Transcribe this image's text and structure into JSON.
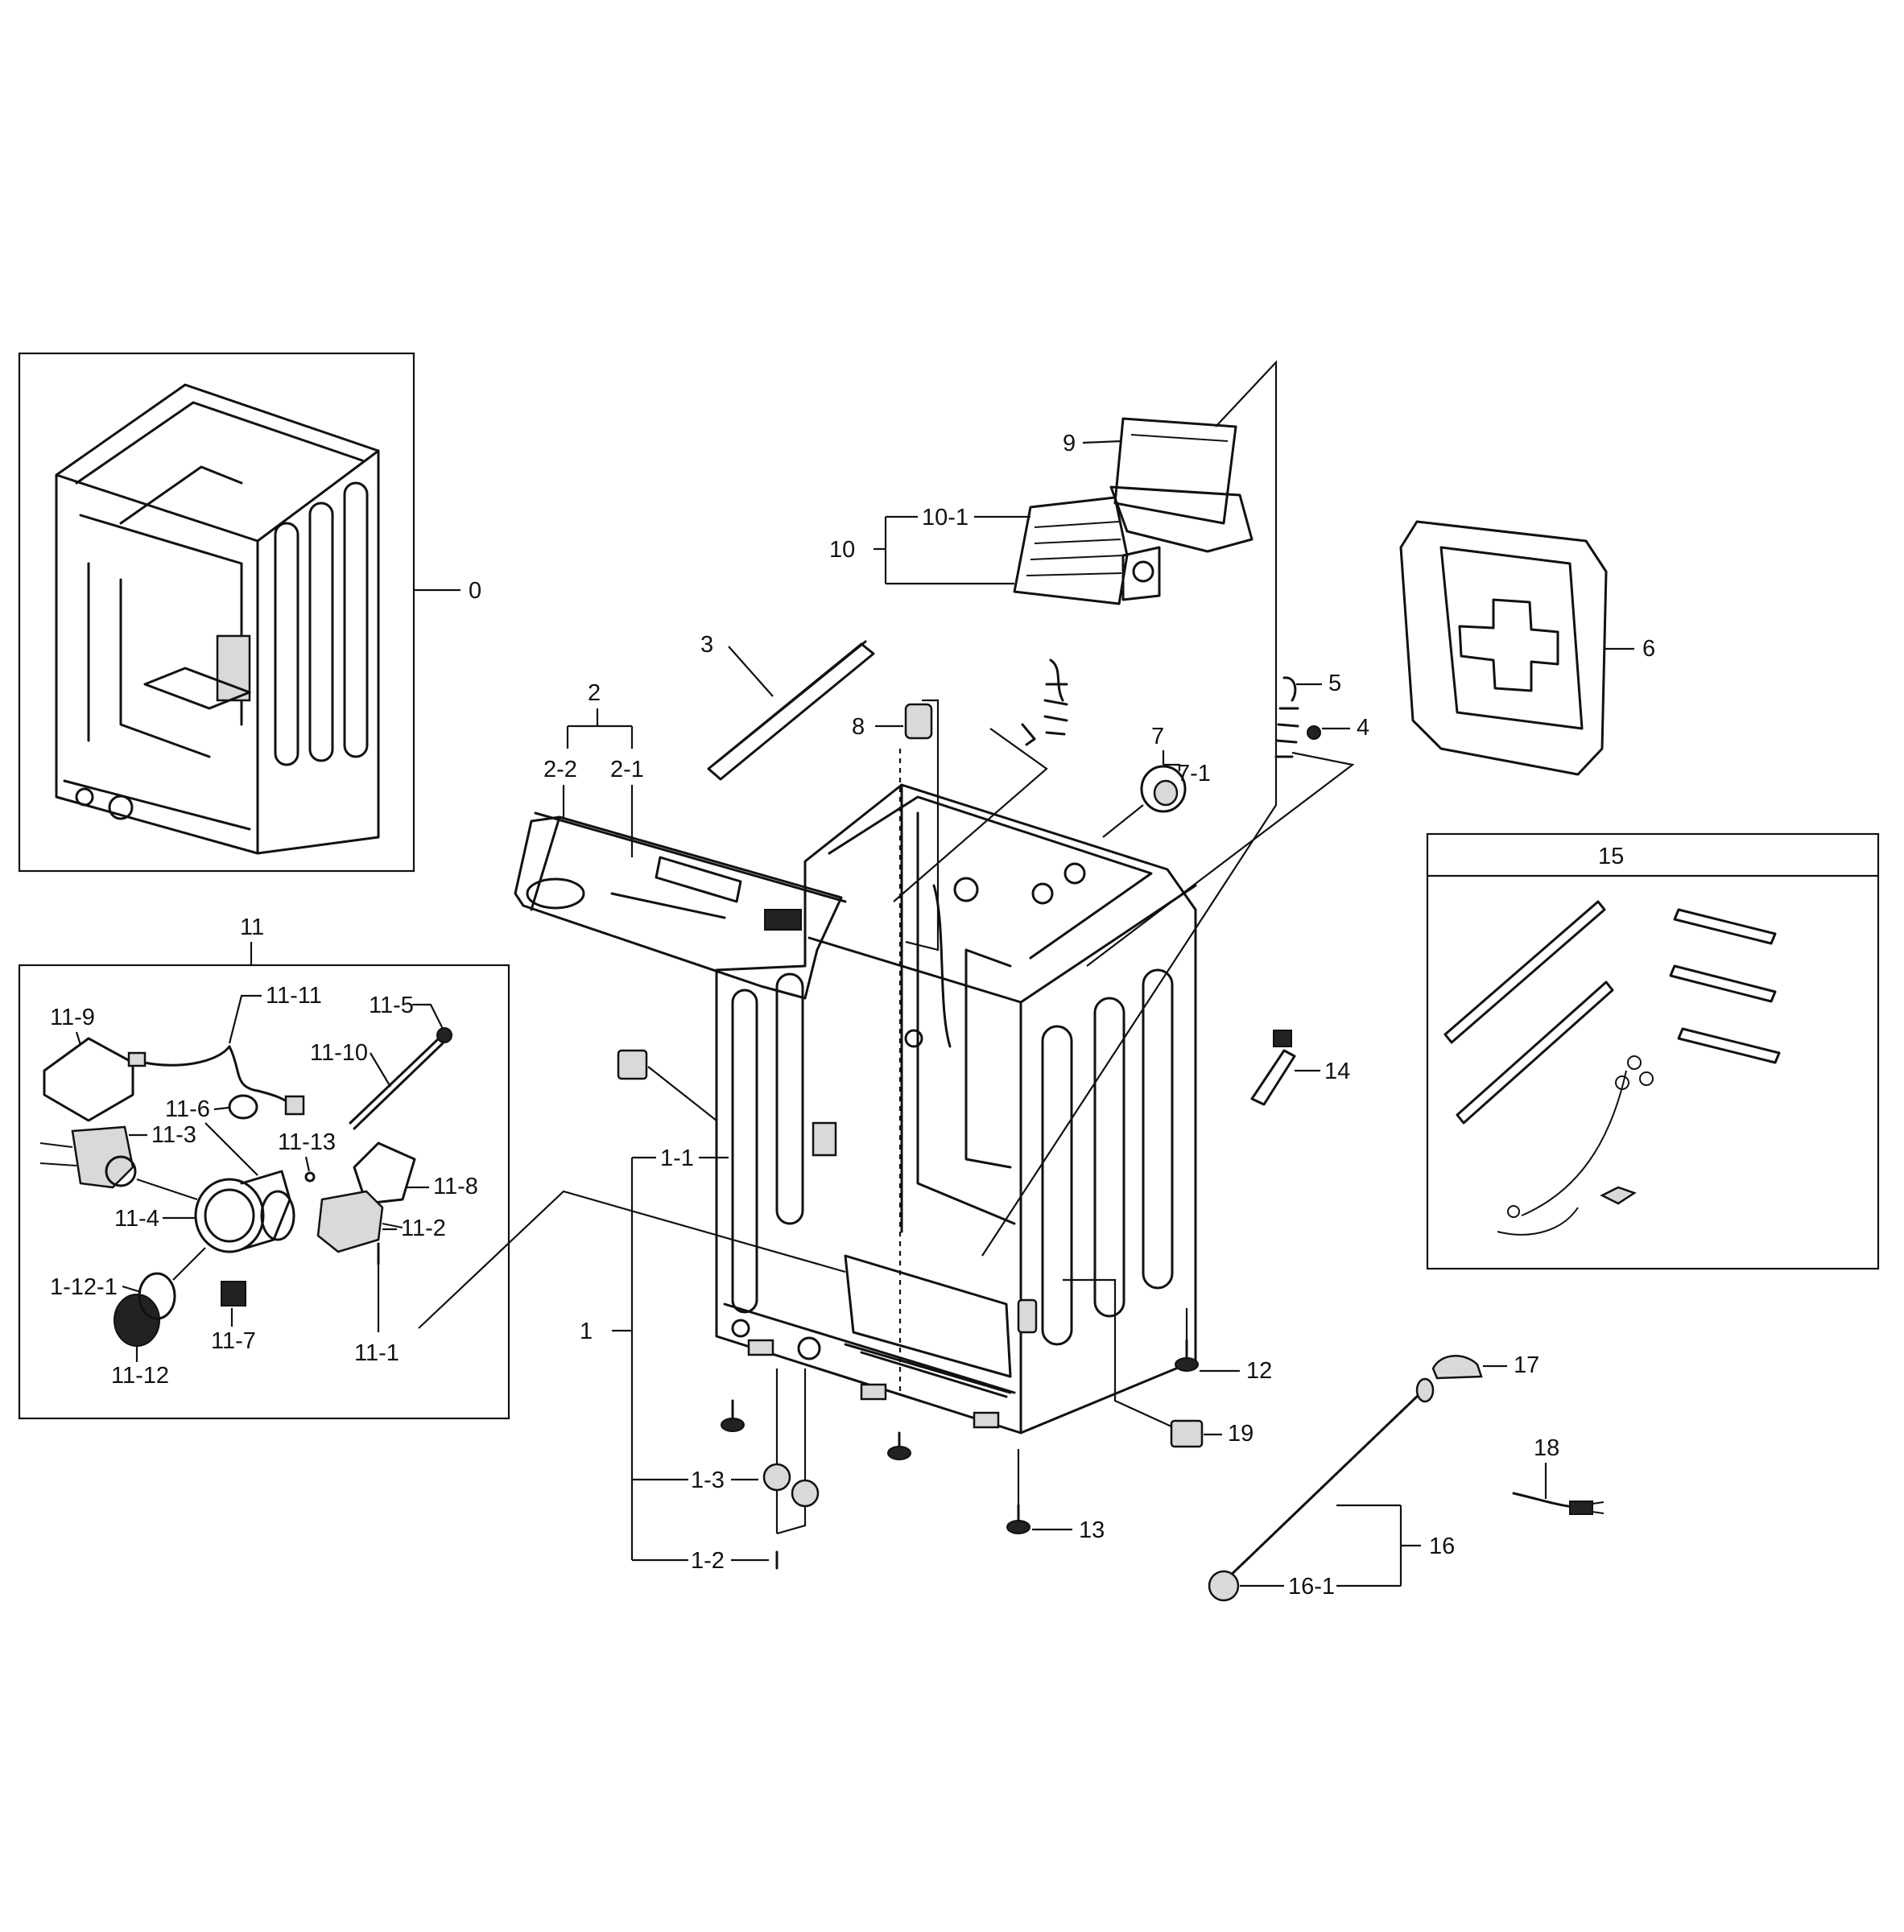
{
  "labels": {
    "p0": "0",
    "p1": "1",
    "p1_1": "1-1",
    "p1_2": "1-2",
    "p1_3": "1-3",
    "p1_12_1": "1-12-1",
    "p2": "2",
    "p2_1": "2-1",
    "p2_2": "2-2",
    "p3": "3",
    "p4": "4",
    "p5": "5",
    "p6": "6",
    "p7": "7",
    "p7_1": "7-1",
    "p8": "8",
    "p9": "9",
    "p10": "10",
    "p10_1": "10-1",
    "p11": "11",
    "p11_1": "11-1",
    "p11_2": "11-2",
    "p11_3": "11-3",
    "p11_4": "11-4",
    "p11_5": "11-5",
    "p11_6": "11-6",
    "p11_7": "11-7",
    "p11_8": "11-8",
    "p11_9": "11-9",
    "p11_10": "11-10",
    "p11_11": "11-11",
    "p11_12": "11-12",
    "p11_13": "11-13",
    "p12": "12",
    "p13": "13",
    "p14": "14",
    "p15": "15",
    "p16": "16",
    "p16_1": "16-1",
    "p17": "17",
    "p18": "18",
    "p19": "19"
  }
}
